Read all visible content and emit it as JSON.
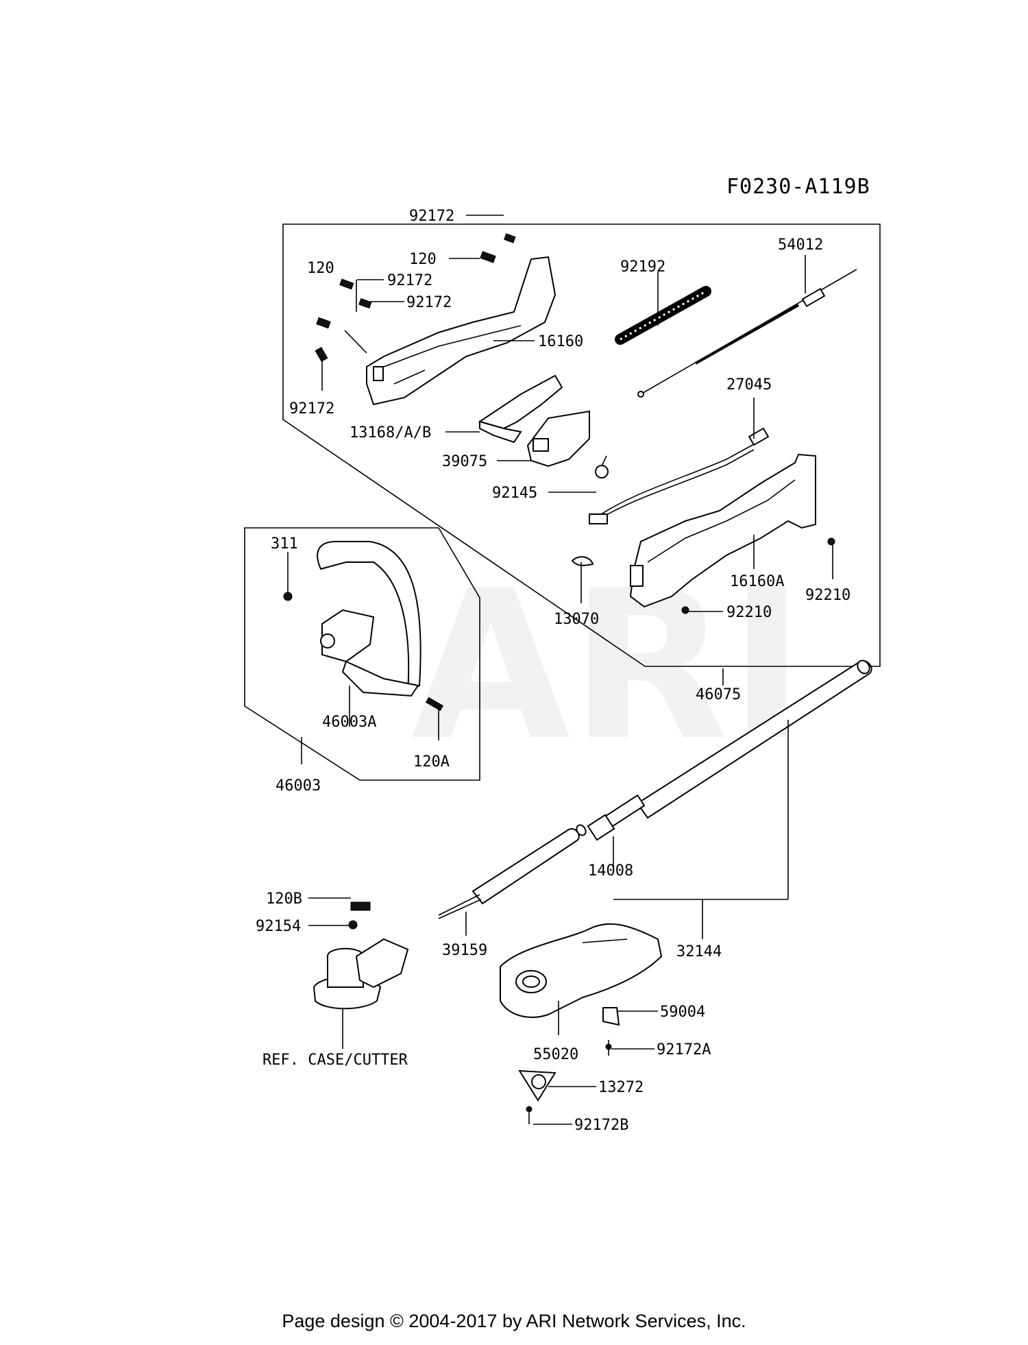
{
  "diagram_code": "F0230-A119B",
  "watermark": "ARI",
  "footer": "Page design © 2004-2017 by ARI Network Services, Inc.",
  "labels": {
    "p92172_top": "92172",
    "p120_top": "120",
    "p120_left": "120",
    "p92172_a": "92172",
    "p92172_b": "92172",
    "p16160": "16160",
    "p92172_left": "92172",
    "p92192": "92192",
    "p54012": "54012",
    "p27045": "27045",
    "p13168": "13168/A/B",
    "p39075": "39075",
    "p92145": "92145",
    "p311": "311",
    "p13070": "13070",
    "p16160A": "16160A",
    "p92210_a": "92210",
    "p92210_b": "92210",
    "p46075": "46075",
    "p46003A": "46003A",
    "p120A": "120A",
    "p46003": "46003",
    "p14008": "14008",
    "p120B": "120B",
    "p92154": "92154",
    "p39159": "39159",
    "p32144": "32144",
    "p59004": "59004",
    "p92172A": "92172A",
    "p55020": "55020",
    "pref": "REF. CASE/CUTTER",
    "p13272": "13272",
    "p92172B": "92172B"
  }
}
